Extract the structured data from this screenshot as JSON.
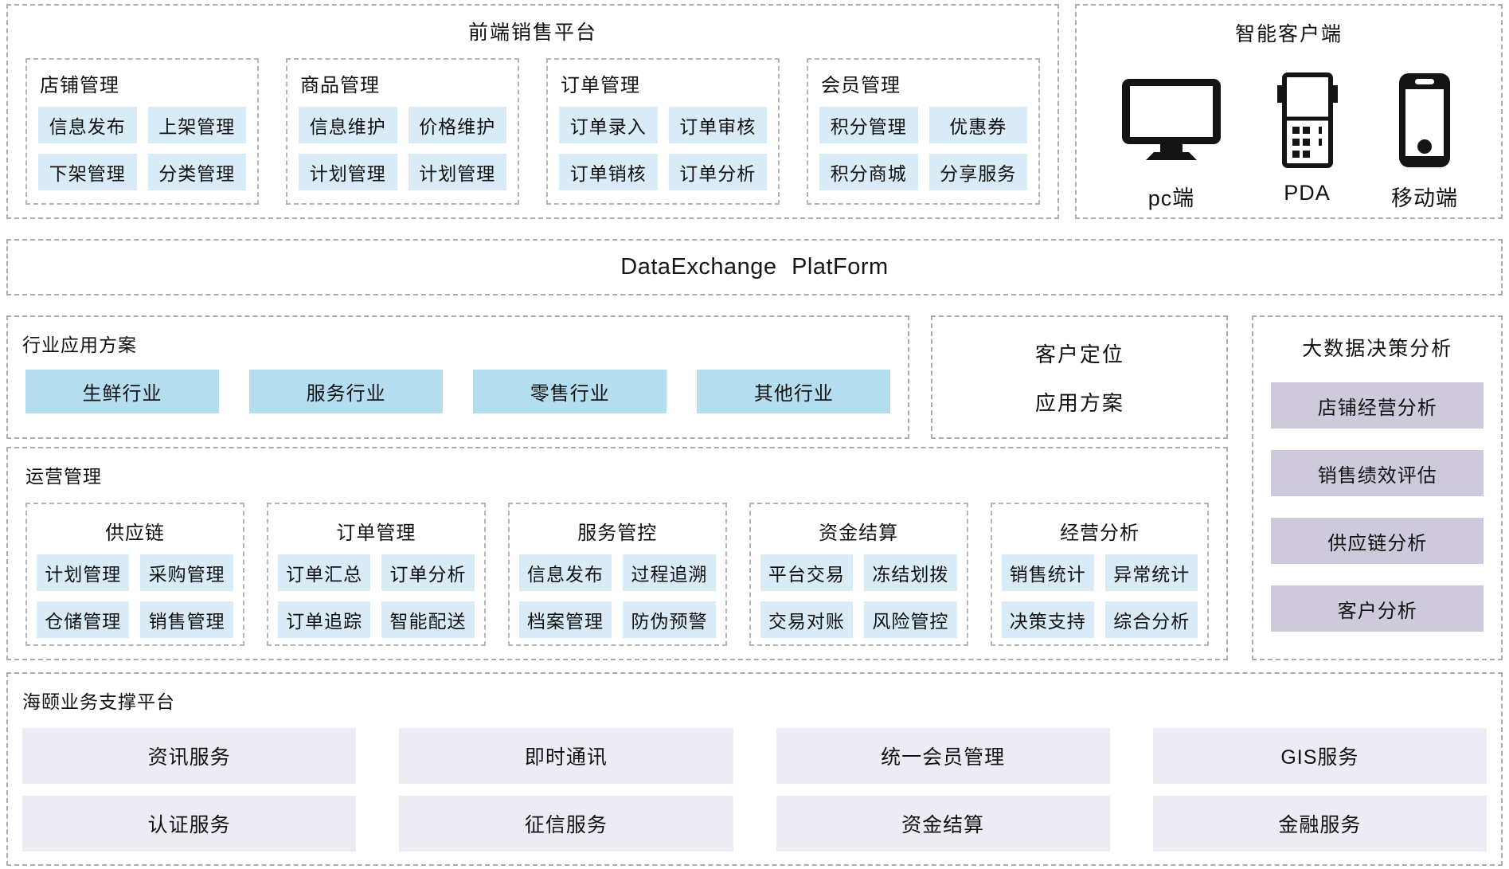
{
  "colors": {
    "chip_blue": "#d8ebf6",
    "industry_blue": "#b5ddf0",
    "bigdata_lavender": "#cecadb",
    "support_lavender": "#edebf3",
    "dashed_border": "#ababab",
    "icon_black": "#141414"
  },
  "frontend": {
    "title": "前端销售平台",
    "groups": [
      {
        "title": "店铺管理",
        "items": [
          "信息发布",
          "上架管理",
          "下架管理",
          "分类管理"
        ]
      },
      {
        "title": "商品管理",
        "items": [
          "信息维护",
          "价格维护",
          "计划管理",
          "计划管理"
        ]
      },
      {
        "title": "订单管理",
        "items": [
          "订单录入",
          "订单审核",
          "订单销核",
          "订单分析"
        ]
      },
      {
        "title": "会员管理",
        "items": [
          "积分管理",
          "优惠券",
          "积分商城",
          "分享服务"
        ]
      }
    ]
  },
  "smart_client": {
    "title": "智能客户端",
    "devices": [
      {
        "icon": "desktop-monitor-icon",
        "label": "pc端"
      },
      {
        "icon": "pda-icon",
        "label": "PDA"
      },
      {
        "icon": "mobile-phone-icon",
        "label": "移动端"
      }
    ]
  },
  "data_exchange": {
    "title": "DataExchange PlatForm"
  },
  "industry": {
    "title": "行业应用方案",
    "items": [
      "生鲜行业",
      "服务行业",
      "零售行业",
      "其他行业"
    ]
  },
  "customer_positioning": {
    "line1": "客户定位",
    "line2": "应用方案"
  },
  "bigdata": {
    "title": "大数据决策分析",
    "items": [
      "店铺经营分析",
      "销售绩效评估",
      "供应链分析",
      "客户分析"
    ]
  },
  "operations": {
    "title": "运营管理",
    "groups": [
      {
        "title": "供应链",
        "items": [
          "计划管理",
          "采购管理",
          "仓储管理",
          "销售管理"
        ]
      },
      {
        "title": "订单管理",
        "items": [
          "订单汇总",
          "订单分析",
          "订单追踪",
          "智能配送"
        ]
      },
      {
        "title": "服务管控",
        "items": [
          "信息发布",
          "过程追溯",
          "档案管理",
          "防伪预警"
        ]
      },
      {
        "title": "资金结算",
        "items": [
          "平台交易",
          "冻结划拨",
          "交易对账",
          "风险管控"
        ]
      },
      {
        "title": "经营分析",
        "items": [
          "销售统计",
          "异常统计",
          "决策支持",
          "综合分析"
        ]
      }
    ]
  },
  "support_platform": {
    "title": "海颐业务支撑平台",
    "items": [
      "资讯服务",
      "即时通讯",
      "统一会员管理",
      "GIS服务",
      "认证服务",
      "征信服务",
      "资金结算",
      "金融服务"
    ]
  }
}
